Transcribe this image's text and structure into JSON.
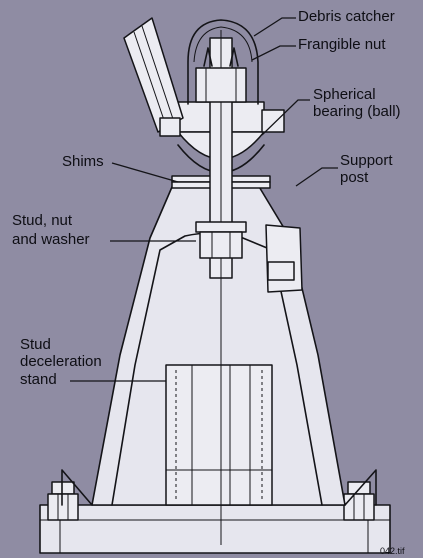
{
  "labels": {
    "debris_catcher": "Debris catcher",
    "frangible_nut": "Frangible nut",
    "spherical_bearing_1": "Spherical",
    "spherical_bearing_2": "bearing (ball)",
    "shims": "Shims",
    "support_post_1": "Support",
    "support_post_2": "post",
    "stud_nut_washer_1": "Stud, nut",
    "stud_nut_washer_2": "and washer",
    "stud_decel_1": "Stud",
    "stud_decel_2": "deceleration",
    "stud_decel_3": "stand"
  },
  "figure_id": "042.tif",
  "colors": {
    "background": "#8f8ca3",
    "line": "#141418",
    "part_fill": "#e6e6ee"
  }
}
